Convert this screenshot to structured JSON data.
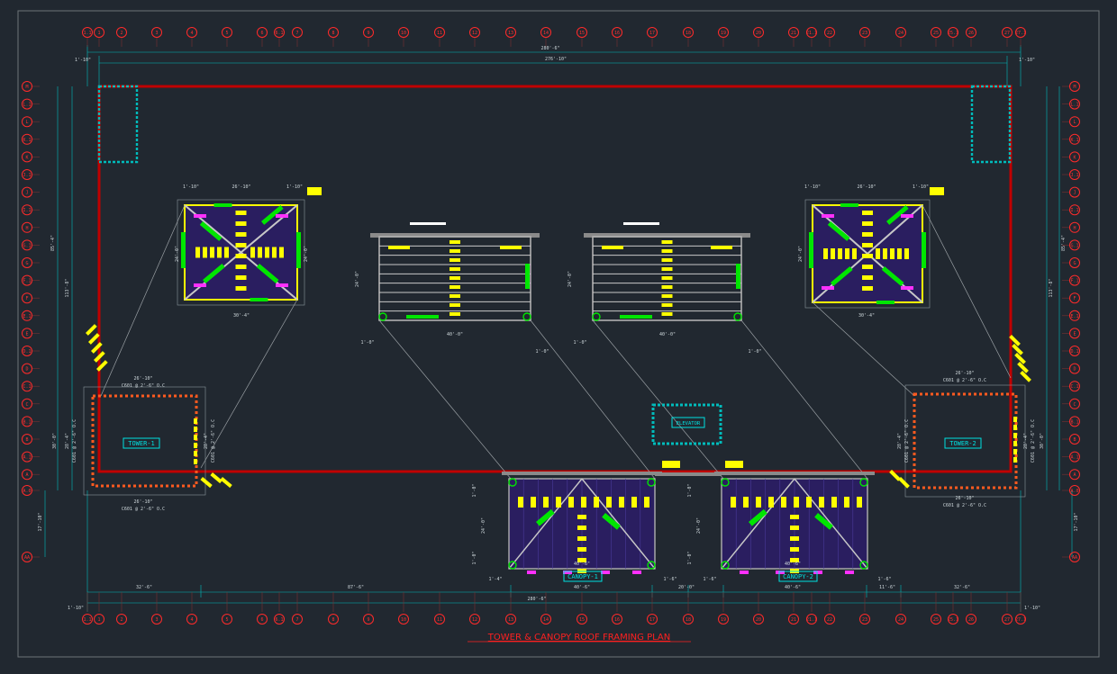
{
  "title": "TOWER & CANOPY ROOF FRAMING PLAN",
  "grid_columns": [
    "1.1",
    "1",
    "2",
    "3",
    "4",
    "5",
    "6",
    "6.1",
    "7",
    "8",
    "9",
    "10",
    "11",
    "12",
    "13",
    "14",
    "15",
    "16",
    "17",
    "18",
    "19",
    "20",
    "21",
    "21.1",
    "22",
    "23",
    "24",
    "25",
    "25.1",
    "26",
    "27",
    "27.1"
  ],
  "grid_rows": [
    "M",
    "L.1",
    "L",
    "K.1",
    "K",
    "J.1",
    "J",
    "I.1",
    "H",
    "G.1",
    "G",
    "F.1",
    "F",
    "E.1",
    "E",
    "D.1",
    "D",
    "C.1",
    "C",
    "B.1",
    "B",
    "A.1",
    "A",
    "A.0",
    "AA"
  ],
  "dimensions": {
    "top_overall": "280'-6\"",
    "top_inner": "276'-10\"",
    "edge": "1'-10\"",
    "left_height_1": "85'-4\"",
    "left_height_2": "113'-8\"",
    "left_bottom": "17'-10\"",
    "bottom_overall": "280'-6\"",
    "bottom_segments": [
      "32'-6\"",
      "87'-6\"",
      "40'-6\"",
      "20'-0\"",
      "40'-6\"",
      "11'-6\"",
      "32'-6\""
    ],
    "edge_segments": [
      "1'-4\"",
      "1'-6\"",
      "1'-6\"",
      "1'-6\""
    ]
  },
  "towers": [
    {
      "label": "TOWER-1",
      "width": "26'-10\"",
      "spacing": "C601 @ 2'-6\" O.C",
      "height": "28'-4\"",
      "side": "30'-0\""
    },
    {
      "label": "TOWER-2",
      "width": "26'-10\"",
      "spacing": "C601 @ 2'-6\" O.C",
      "height": "28'-4\"",
      "side": "30'-0\""
    }
  ],
  "canopies": [
    {
      "label": "CANOPY-1",
      "width": "40'-6\"",
      "depth": "24'-0\"",
      "edge": "1'-0\""
    },
    {
      "label": "CANOPY-2",
      "width": "40'-6\"",
      "depth": "24'-0\"",
      "edge": "1'-0\""
    }
  ],
  "tower_details": {
    "top": "26'-10\"",
    "bottom": "30'-4\"",
    "edge": "1'-10\"",
    "side": "24'-0\""
  },
  "canopy_details": {
    "width": "40'-0\"",
    "depth": "24'-0\"",
    "edge": "1'-0\""
  },
  "elevator_label": "ELEVATOR",
  "colors": {
    "background": "#212830",
    "roof_outline": "#c00000",
    "grid": "#ff2a2a",
    "dimension": "#00bcbc",
    "member_yellow": "#ffff00",
    "member_green": "#00e600",
    "member_magenta": "#ff30ff"
  }
}
